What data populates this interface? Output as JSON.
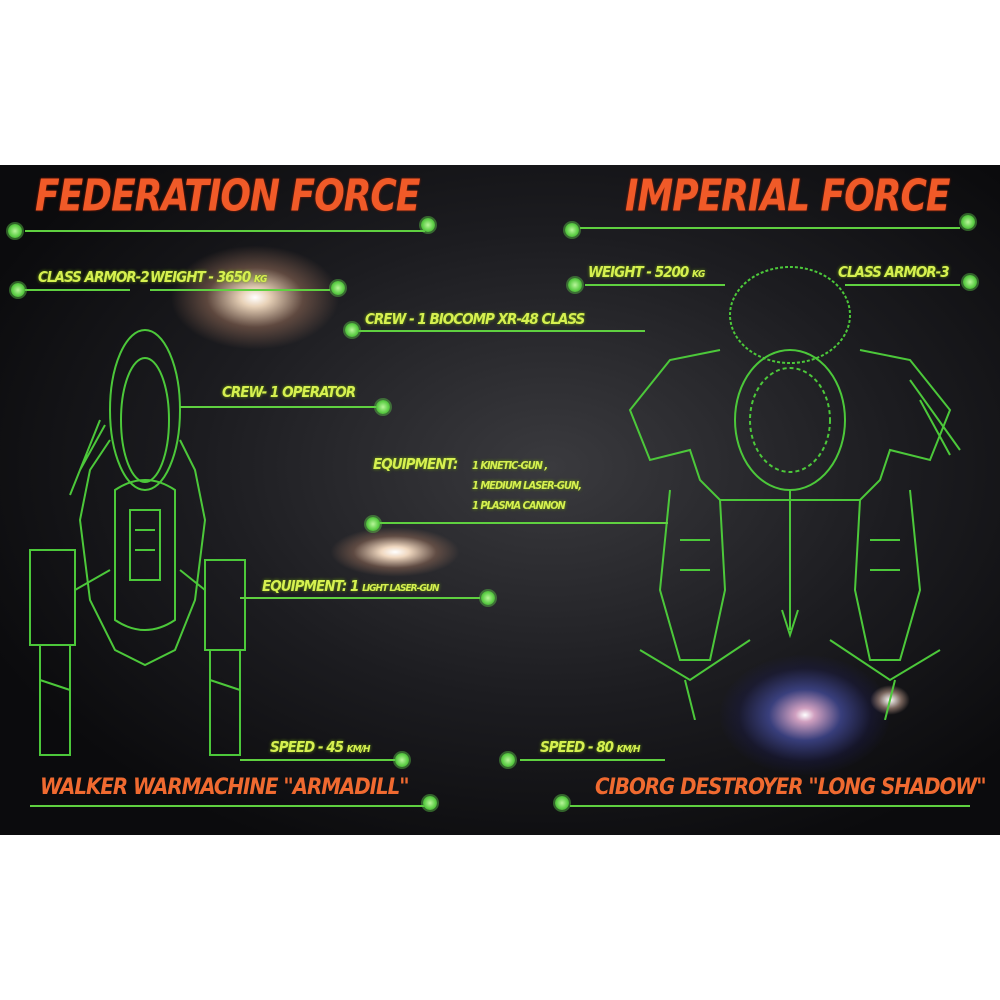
{
  "federation": {
    "title": "FEDERATION FORCE",
    "class_armor": "CLASS ARMOR-2",
    "weight": "WEIGHT - 3650",
    "weight_unit": "KG",
    "crew": "CREW- 1 OPERATOR",
    "equipment_label": "EQUIPMENT: 1",
    "equipment": [
      "LIGHT LASER-GUN"
    ],
    "speed": "SPEED - 45",
    "speed_unit": "KM/H",
    "name": "WALKER WARMACHINE \"ARMADILL\""
  },
  "imperial": {
    "title": "IMPERIAL FORCE",
    "class_armor": "CLASS ARMOR-3",
    "weight": "WEIGHT - 5200",
    "weight_unit": "KG",
    "crew": "CREW - 1 BIOCOMP XR-48 CLASS",
    "equipment_label": "EQUIPMENT:",
    "equipment": [
      "1 KINETIC-GUN ,",
      "1 MEDIUM LASER-GUN,",
      "1 PLASMA CANNON"
    ],
    "speed": "SPEED - 80",
    "speed_unit": "KM/H",
    "name": "CIBORG  DESTROYER \"LONG SHADOW\""
  },
  "colors": {
    "title": "#f05a28",
    "label": "#d6f050",
    "line": "#5fd040",
    "outline": "#4cc83a"
  }
}
